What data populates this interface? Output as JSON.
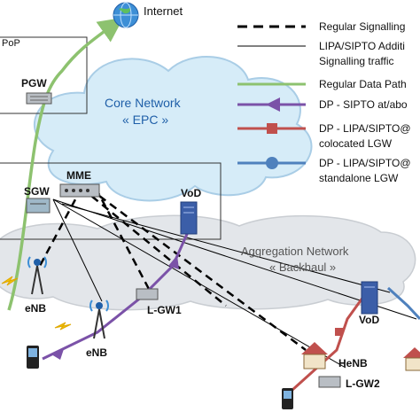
{
  "labels": {
    "internet": "Internet",
    "pop": "PoP",
    "pgw": "PGW",
    "core_line1": "Core Network",
    "core_line2": "« EPC »",
    "mme": "MME",
    "sgw": "SGW",
    "vod_core": "VoD",
    "agg_line1": "Aggregation Network",
    "agg_line2": "« Backhaul »",
    "enb_left": "eNB",
    "enb_mid": "eNB",
    "lgw1": "L-GW1",
    "vod_right": "VoD",
    "henb": "HeNB",
    "lgw2": "L-GW2"
  },
  "legend": [
    {
      "lines": [
        "Regular Signalling"
      ],
      "style": "dashed",
      "color": "#000000"
    },
    {
      "lines": [
        "LIPA/SIPTO Additi",
        "Signalling traffic"
      ],
      "style": "thin",
      "color": "#000000"
    },
    {
      "lines": [
        "Regular Data Path"
      ],
      "style": "solid",
      "color": "#8dc26f"
    },
    {
      "lines": [
        "DP - SIPTO at/abo"
      ],
      "style": "arrow",
      "color": "#7b52a8"
    },
    {
      "lines": [
        "DP - LIPA/SIPTO@",
        "colocated LGW"
      ],
      "style": "square",
      "color": "#c0504d"
    },
    {
      "lines": [
        "DP - LIPA/SIPTO@",
        "standalone LGW"
      ],
      "style": "circle",
      "color": "#4f81bd"
    }
  ],
  "colors": {
    "cloud_fill": "#d6ecf8",
    "cloud_stroke": "#a9cde6",
    "agg_fill": "#e3e6ea",
    "core_text": "#1f5fa8",
    "data_path": "#8dc26f",
    "sipto_path": "#7b52a8",
    "lipa_colocated": "#c0504d",
    "lipa_standalone": "#4f81bd"
  },
  "icons": [
    "globe-icon",
    "gateway-router-icon",
    "server-icon",
    "antenna-icon",
    "phone-icon",
    "house-icon"
  ]
}
